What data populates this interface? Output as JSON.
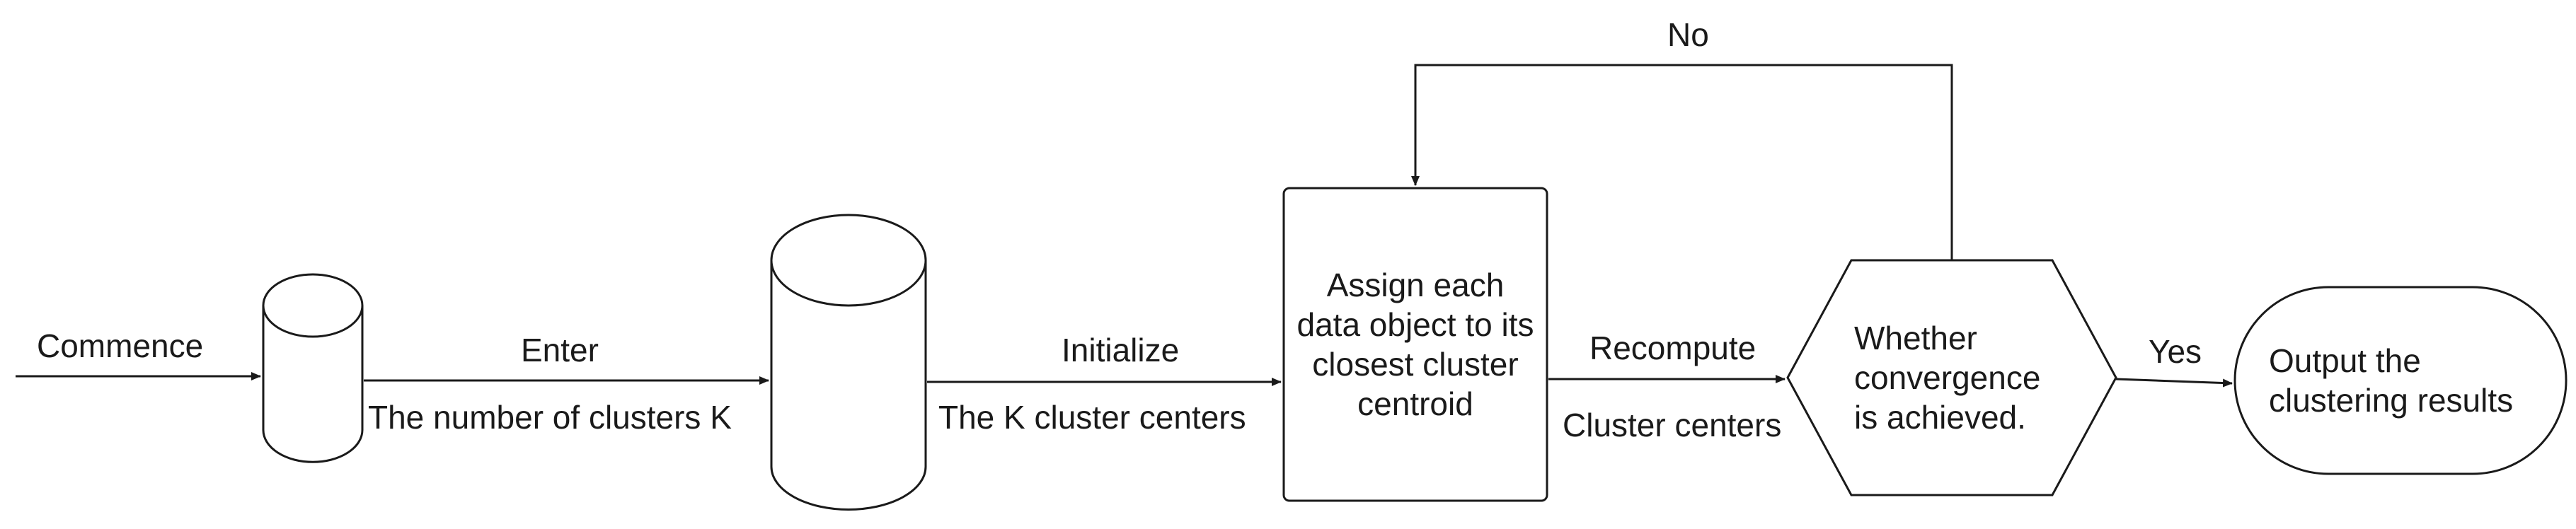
{
  "labels": {
    "commence": "Commence",
    "enter": "Enter",
    "num_clusters": "The number of clusters K",
    "initialize": "Initialize",
    "k_centers": "The K cluster centers",
    "recompute": "Recompute",
    "cluster_centers": "Cluster centers",
    "yes": "Yes",
    "no": "No"
  },
  "nodes": {
    "assign": "Assign each data object to its closest cluster centroid",
    "convergence": "Whether convergence is achieved.",
    "output": "Output the clustering results"
  }
}
